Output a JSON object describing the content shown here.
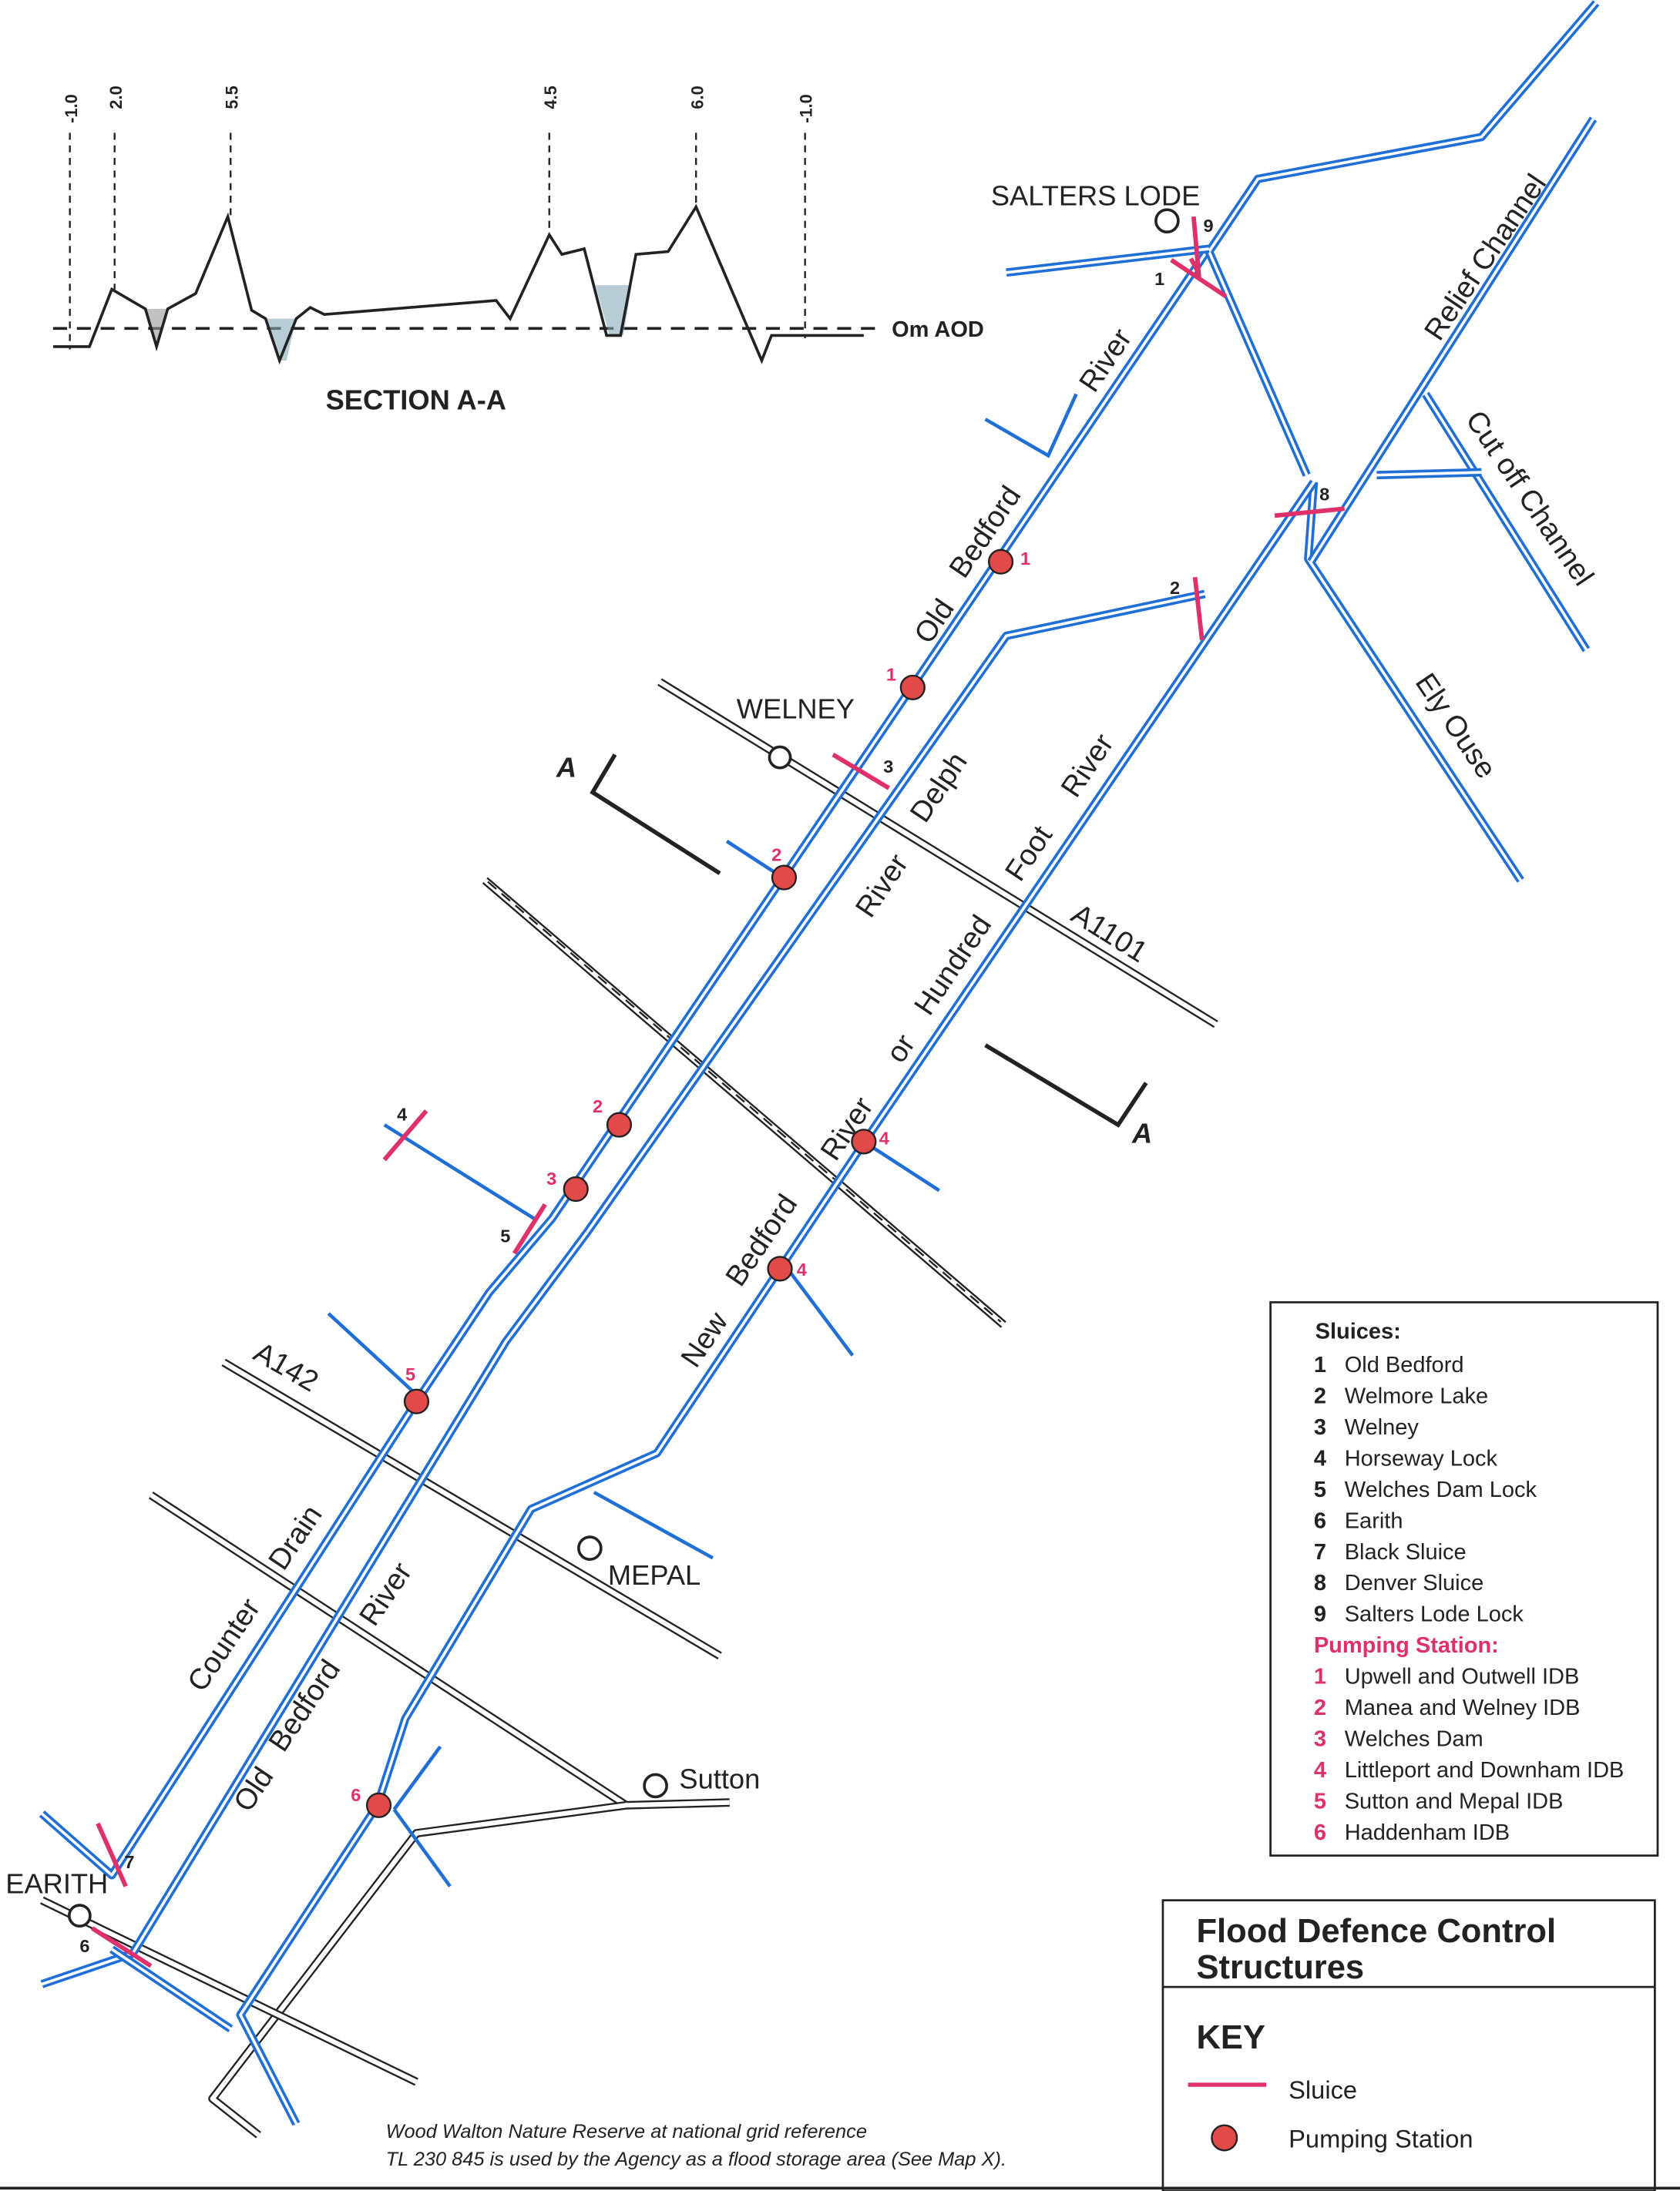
{
  "title": {
    "line1": "Flood Defence Control",
    "line2": "Structures",
    "key": "KEY"
  },
  "key": {
    "sluice": "Sluice",
    "pumping_station": "Pumping Station",
    "sluice_color": "#e0306a",
    "pump_color": "#e24a4a",
    "river_color": "#1f6fd6"
  },
  "section": {
    "title": "SECTION A-A",
    "datum": "Om AOD",
    "heights": [
      "-1.0",
      "2.0",
      "5.5",
      "4.5",
      "6.0",
      "-1.0"
    ]
  },
  "places": {
    "salters_lode": "SALTERS LODE",
    "welney": "WELNEY",
    "mepal": "MEPAL",
    "sutton": "Sutton",
    "earith": "EARITH"
  },
  "section_marker": "A",
  "rivers": {
    "old_bedford_upper": [
      "Old",
      "Bedford",
      "River"
    ],
    "river_delph": [
      "River",
      "Delph"
    ],
    "new_bedford": [
      "New",
      "Bedford",
      "River",
      "or",
      "Hundred",
      "Foot",
      "River"
    ],
    "counter_drain": [
      "Counter",
      "Drain"
    ],
    "old_bedford_lower": [
      "Old",
      "Bedford",
      "River"
    ],
    "relief_channel": "Relief Channel",
    "cut_off_channel": "Cut off Channel",
    "ely_ouse": "Ely Ouse"
  },
  "roads": {
    "a1101": "A1101",
    "a142": "A142"
  },
  "map_sluice_numbers": [
    "1",
    "2",
    "3",
    "4",
    "5",
    "6",
    "7",
    "8",
    "9"
  ],
  "map_pump_numbers": [
    "1",
    "1",
    "2",
    "2",
    "3",
    "4",
    "4",
    "5",
    "6"
  ],
  "legend": {
    "sluices_heading": "Sluices:",
    "sluices": [
      {
        "n": "1",
        "name": "Old Bedford"
      },
      {
        "n": "2",
        "name": "Welmore Lake"
      },
      {
        "n": "3",
        "name": "Welney"
      },
      {
        "n": "4",
        "name": "Horseway Lock"
      },
      {
        "n": "5",
        "name": "Welches Dam Lock"
      },
      {
        "n": "6",
        "name": "Earith"
      },
      {
        "n": "7",
        "name": "Black Sluice"
      },
      {
        "n": "8",
        "name": "Denver Sluice"
      },
      {
        "n": "9",
        "name": "Salters Lode Lock"
      }
    ],
    "pumps_heading": "Pumping Station:",
    "pumps": [
      {
        "n": "1",
        "name": "Upwell and Outwell IDB"
      },
      {
        "n": "2",
        "name": "Manea and Welney IDB"
      },
      {
        "n": "3",
        "name": "Welches Dam"
      },
      {
        "n": "4",
        "name": "Littleport and Downham IDB"
      },
      {
        "n": "5",
        "name": "Sutton and Mepal IDB"
      },
      {
        "n": "6",
        "name": "Haddenham IDB"
      }
    ]
  },
  "footnote": {
    "line1": "Wood Walton Nature Reserve at national grid reference",
    "line2": "TL 230 845 is used by the Agency as a flood storage area (See Map X)."
  }
}
